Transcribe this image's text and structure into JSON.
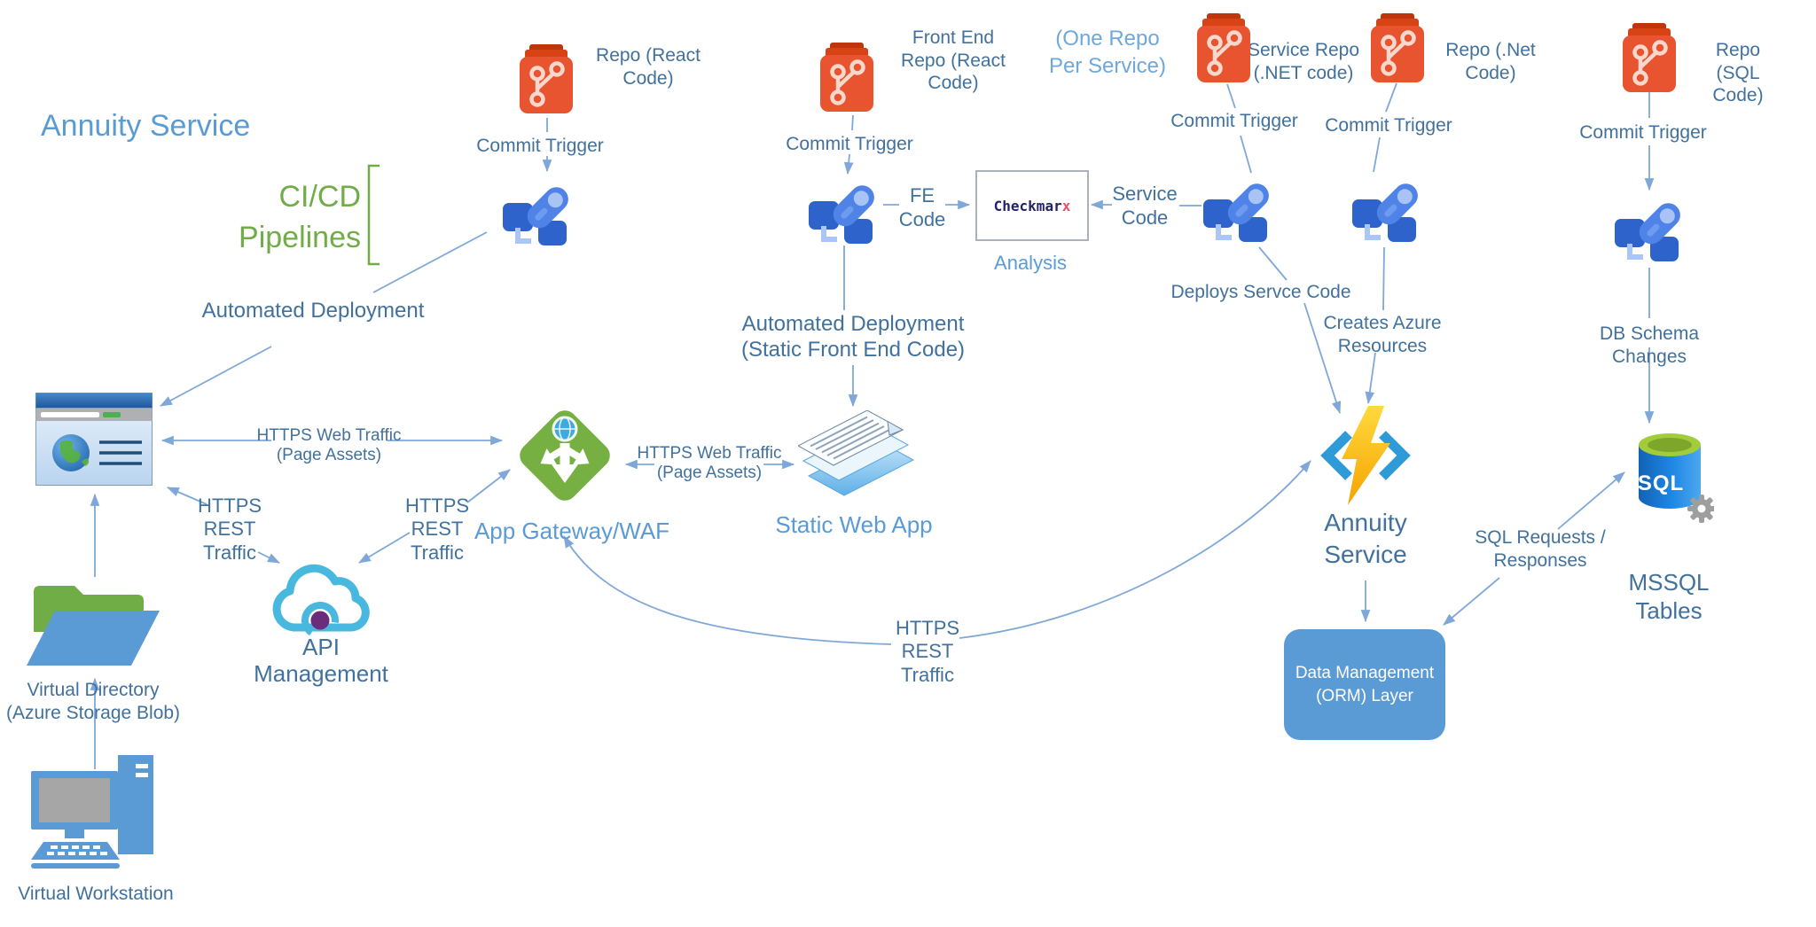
{
  "title": "Annuity Service",
  "colors": {
    "accent_blue": "#5B9BD5",
    "label_blue": "#41719C",
    "pipeline_green": "#70AD47",
    "arrow_blue": "#7FA8D9",
    "repo_orange": "#E8542F",
    "rocket_blue": "#4F83E8",
    "gateway_green": "#76B043",
    "orm_fill": "#5B9BD5"
  },
  "labels": {
    "commit_trigger": "Commit Trigger",
    "cicd": "CI/CD\nPipelines",
    "automated_deployment": "Automated Deployment",
    "automated_deployment_static": "Automated Deployment\n(Static Front End Code)",
    "one_repo": "(One Repo\nPer Service)",
    "fe_code": "FE\nCode",
    "service_code": "Service\nCode",
    "analysis": "Analysis",
    "deploys_service_code": "Deploys Servce Code",
    "creates_azure": "Creates Azure\nResources",
    "db_schema": "DB Schema Changes",
    "web_traffic": "HTTPS Web Traffic\n(Page Assets)",
    "rest_traffic": "HTTPS\nREST\nTraffic",
    "sql_requests": "SQL Requests /\nResponses"
  },
  "nodes": {
    "repo_react": "Repo (React\nCode)",
    "repo_frontend": "Front End\nRepo (React\nCode)",
    "repo_service": "Service Repo\n(.NET code)",
    "repo_dotnet": "Repo (.Net\nCode)",
    "repo_sql": "Repo\n(SQL Code)",
    "checkmarx_prefix": "Checkmar",
    "checkmarx_x": "x",
    "app_gateway": "App Gateway/WAF",
    "static_web_app": "Static Web App",
    "api_management": "API\nManagement",
    "annuity_service": "Annuity\nService",
    "orm": "Data Management\n(ORM) Layer",
    "sql_badge": "SQL",
    "mssql": "MSSQL\nTables",
    "virtual_directory": "Virtual Directory\n(Azure Storage Blob)",
    "virtual_workstation": "Virtual Workstation"
  }
}
